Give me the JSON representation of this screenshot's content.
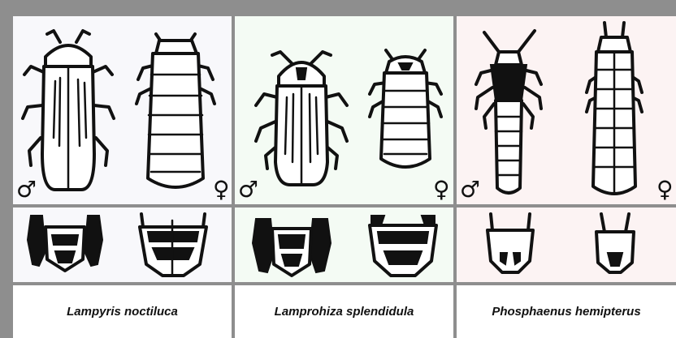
{
  "figure": {
    "species": [
      {
        "label": "Lampyris noctiluca",
        "male_symbol": "♂",
        "female_symbol": "♀"
      },
      {
        "label": "Lamprohiza splendidula",
        "male_symbol": "♂",
        "female_symbol": "♀"
      },
      {
        "label": "Phosphaenus hemipterus",
        "male_symbol": "♂",
        "female_symbol": "♀"
      }
    ]
  }
}
